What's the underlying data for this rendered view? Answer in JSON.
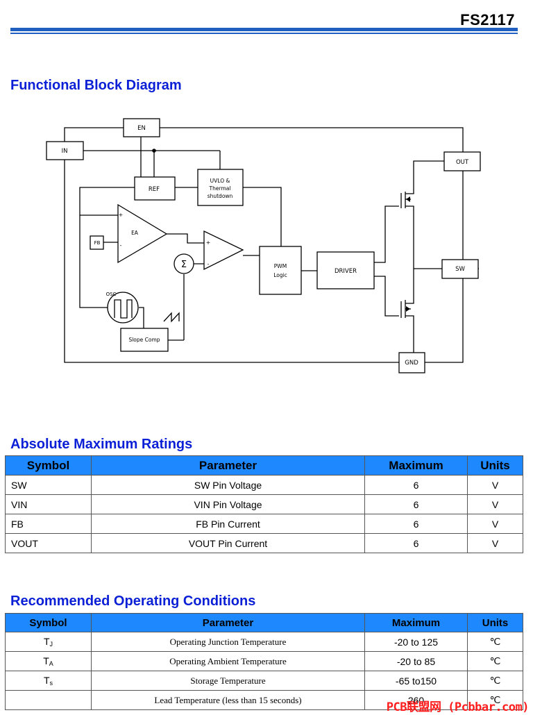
{
  "header": {
    "part_number": "FS2117"
  },
  "block_diagram": {
    "title": "Functional Block Diagram",
    "labels": {
      "en": "EN",
      "in": "IN",
      "out": "OUT",
      "sw": "SW",
      "gnd": "GND",
      "ref": "REF",
      "uvlo": [
        "UVLO &",
        "Thermal",
        "shutdown"
      ],
      "ea": "EA",
      "fb": "FB",
      "sigma": "Σ",
      "pwm": [
        "PWM",
        "Logic"
      ],
      "driver": "DRIVER",
      "osc": "OSC",
      "slope": "Slope Comp"
    }
  },
  "absolute_max": {
    "title": "Absolute  Maximum  Ratings",
    "headers": [
      "Symbol",
      "Parameter",
      "Maximum",
      "Units"
    ],
    "rows": [
      {
        "symbol": "SW",
        "parameter": "SW Pin Voltage",
        "maximum": "6",
        "units": "V"
      },
      {
        "symbol": "VIN",
        "parameter": "VIN Pin Voltage",
        "maximum": "6",
        "units": "V"
      },
      {
        "symbol": "FB",
        "parameter": "FB Pin Current",
        "maximum": "6",
        "units": "V"
      },
      {
        "symbol": "VOUT",
        "parameter": "VOUT Pin Current",
        "maximum": "6",
        "units": "V"
      }
    ]
  },
  "recommended": {
    "title": "Recommended  Operating  Conditions",
    "headers": [
      "Symbol",
      "Parameter",
      "Maximum",
      "Units"
    ],
    "rows": [
      {
        "symbol": "T",
        "sub": "J",
        "parameter": "Operating Junction Temperature",
        "maximum": "-20 to 125",
        "units": "℃"
      },
      {
        "symbol": "T",
        "sub": "A",
        "parameter": "Operating Ambient Temperature",
        "maximum": "-20 to 85",
        "units": "℃"
      },
      {
        "symbol": "T",
        "sub": "s",
        "parameter": "Storage Temperature",
        "maximum": "-65 to150",
        "units": "℃"
      },
      {
        "symbol": "",
        "sub": "",
        "parameter": "Lead Temperature (less than 15 seconds)",
        "maximum": "260",
        "units": "℃"
      }
    ]
  },
  "watermark": "PCB联盟网 (Pcbbar.com)",
  "colors": {
    "title_blue": "#0a1fd6",
    "header_blue": "#1e88ff",
    "rule_blue": "#1f5fbf",
    "watermark_red": "#ff1e1e"
  }
}
